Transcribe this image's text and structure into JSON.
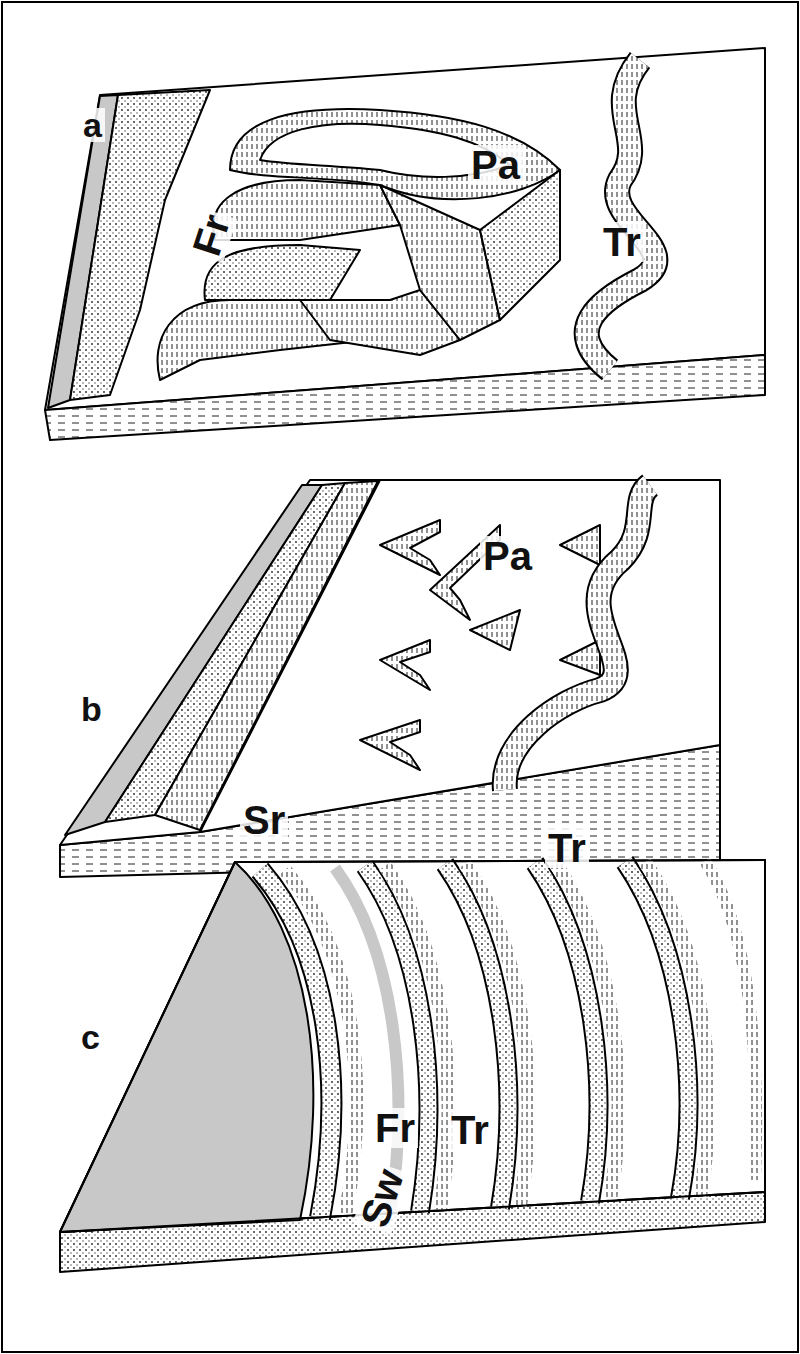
{
  "diagram": {
    "labels": [
      "a",
      "Pa",
      "Fr",
      "Tr",
      "b",
      "Pa",
      "Sr",
      "Tr",
      "c",
      "Fr",
      "Tr",
      "Sw"
    ]
  }
}
